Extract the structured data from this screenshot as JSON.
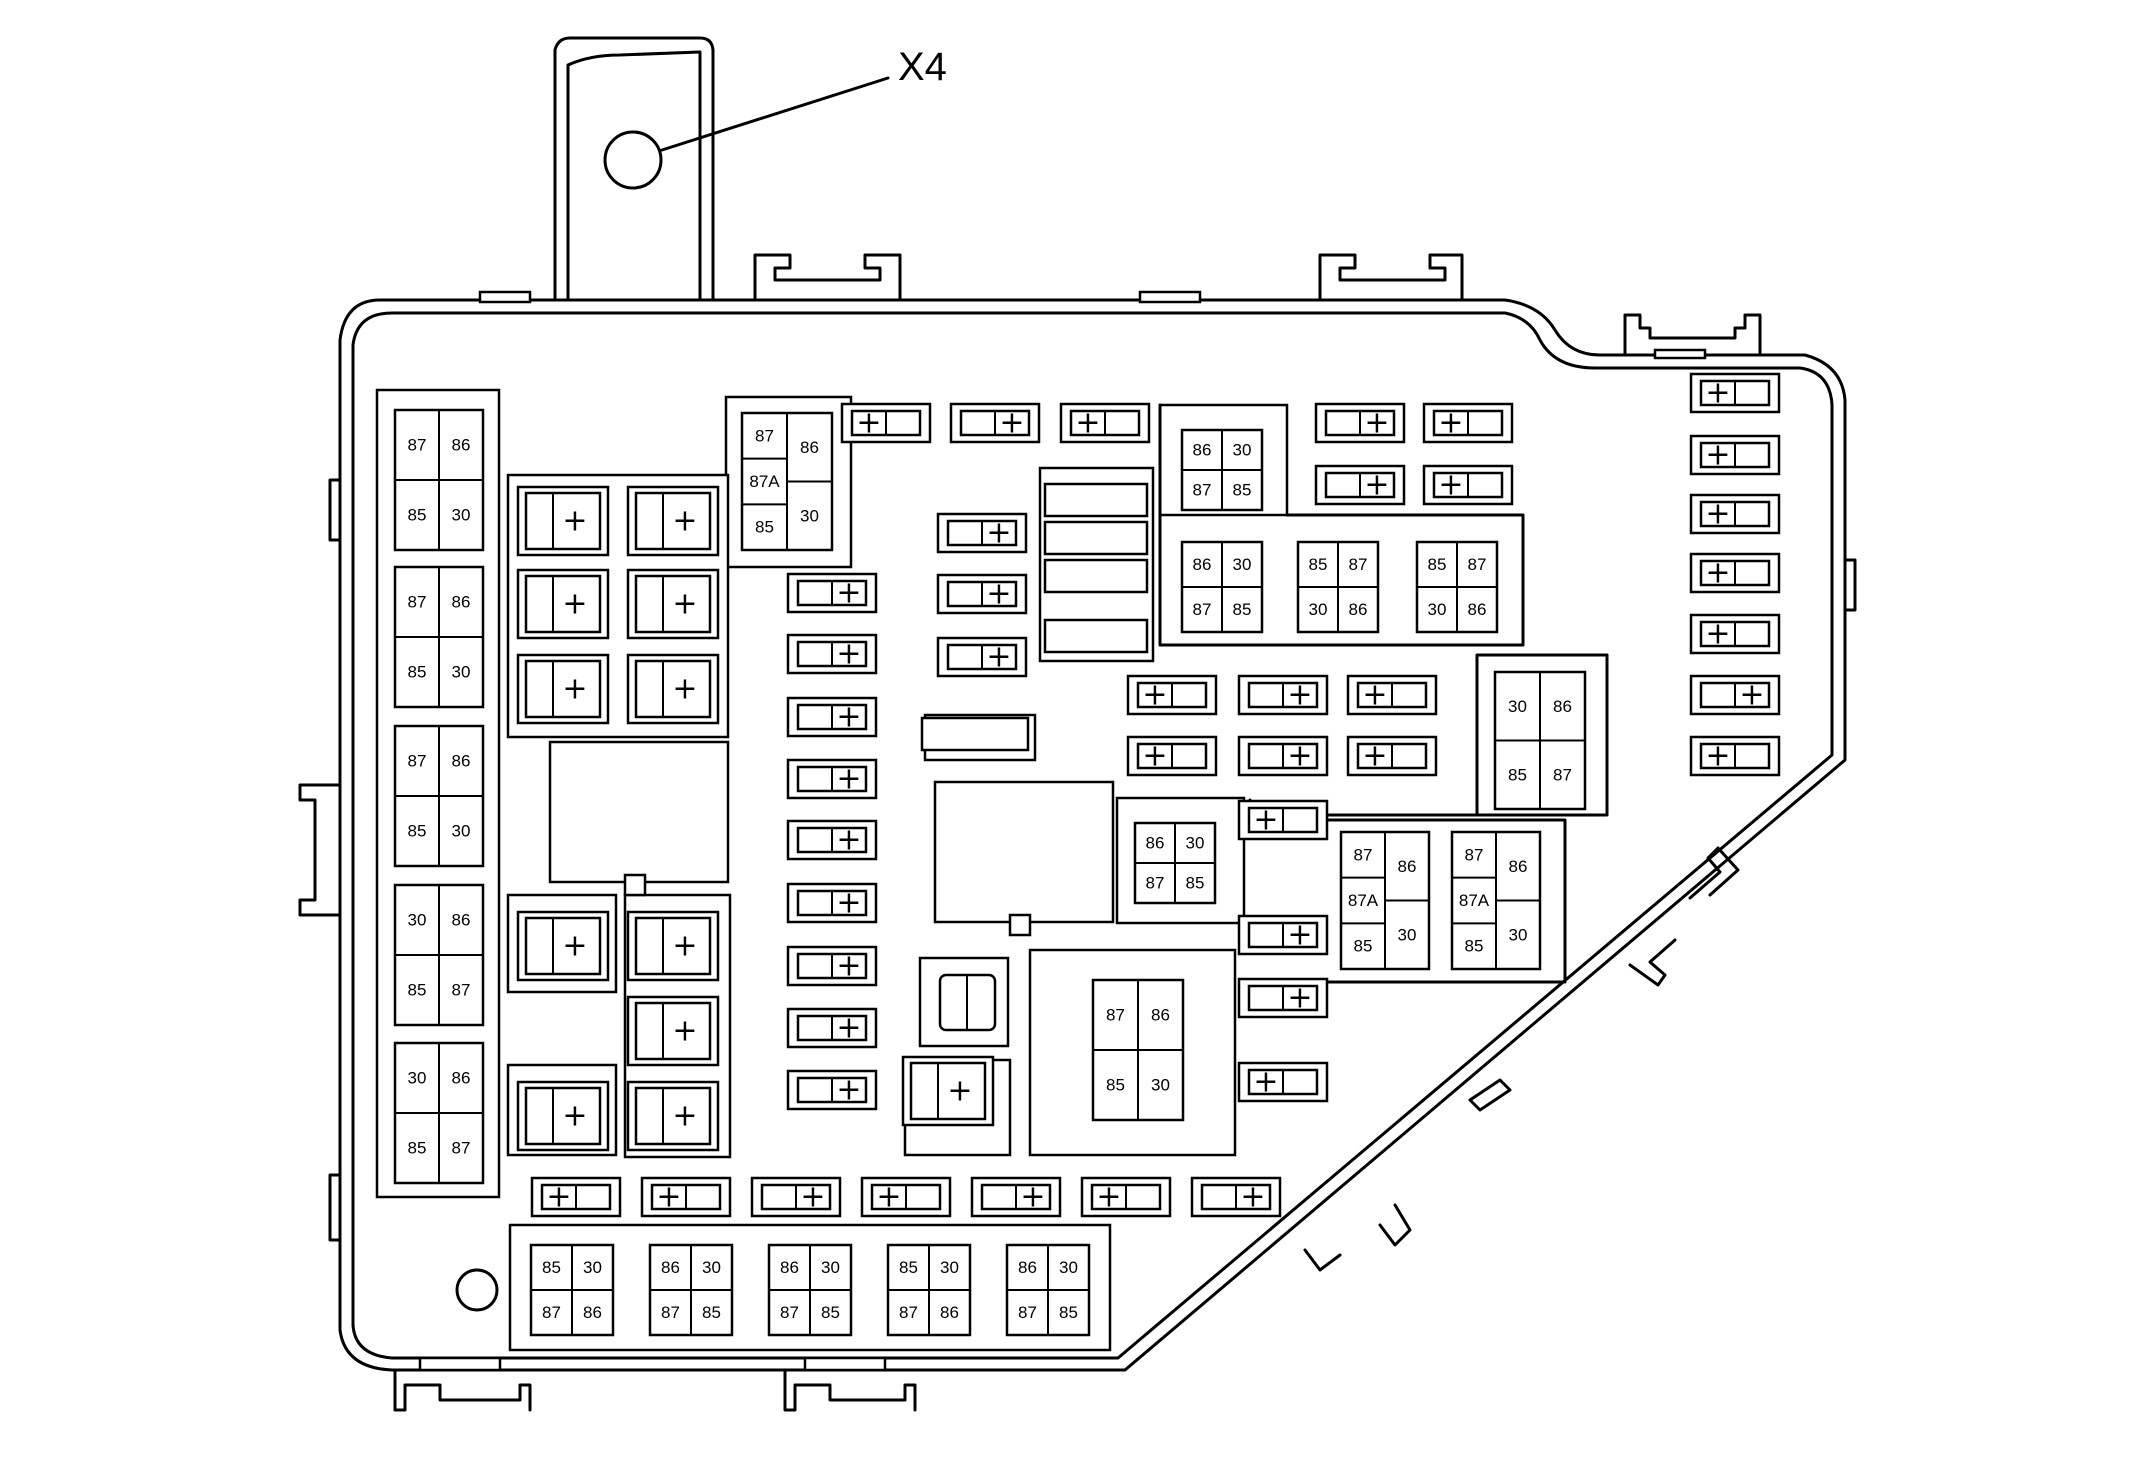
{
  "callout": {
    "label": "X4"
  },
  "relays": {
    "left_column": [
      [
        "87",
        "86",
        "85",
        "30"
      ],
      [
        "87",
        "86",
        "85",
        "30"
      ],
      [
        "87",
        "86",
        "85",
        "30"
      ],
      [
        "30",
        "86",
        "85",
        "87"
      ],
      [
        "30",
        "86",
        "85",
        "87"
      ]
    ],
    "top_87a": [
      "87",
      "86",
      "87A",
      "30",
      "85"
    ],
    "top_right_single": [
      "86",
      "30",
      "87",
      "85"
    ],
    "top_right_row": [
      [
        "86",
        "30",
        "87",
        "85"
      ],
      [
        "85",
        "87",
        "30",
        "86"
      ],
      [
        "85",
        "87",
        "30",
        "86"
      ]
    ],
    "right_single": [
      "30",
      "86",
      "85",
      "87"
    ],
    "middle_small": [
      "86",
      "30",
      "87",
      "85"
    ],
    "right_87a_pair": [
      [
        "87",
        "86",
        "87A",
        "30",
        "85"
      ],
      [
        "87",
        "86",
        "87A",
        "30",
        "85"
      ]
    ],
    "center_large": [
      "87",
      "86",
      "85",
      "30"
    ],
    "bottom_row": [
      [
        "85",
        "30",
        "87",
        "86"
      ],
      [
        "86",
        "30",
        "87",
        "85"
      ],
      [
        "86",
        "30",
        "87",
        "85"
      ],
      [
        "85",
        "30",
        "87",
        "86"
      ],
      [
        "86",
        "30",
        "87",
        "85"
      ]
    ]
  },
  "fuse_symbol": "+"
}
